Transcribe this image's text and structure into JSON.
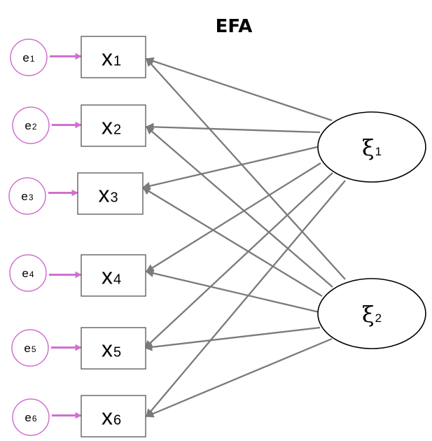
{
  "title": "EFA",
  "colors": {
    "loading_arrow": "#7a7a7a",
    "error_arrow": "#d070d0",
    "error_circle_stroke": "#d070d0",
    "box_stroke": "#555555",
    "factor_stroke": "#000000"
  },
  "observed": [
    {
      "id": "x1",
      "letter": "x",
      "sub": "1"
    },
    {
      "id": "x2",
      "letter": "x",
      "sub": "2"
    },
    {
      "id": "x3",
      "letter": "x",
      "sub": "3"
    },
    {
      "id": "x4",
      "letter": "x",
      "sub": "4"
    },
    {
      "id": "x5",
      "letter": "x",
      "sub": "5"
    },
    {
      "id": "x6",
      "letter": "x",
      "sub": "6"
    }
  ],
  "errors": [
    {
      "id": "e1",
      "letter": "e",
      "sub": "1",
      "target": "x1"
    },
    {
      "id": "e2",
      "letter": "e",
      "sub": "2",
      "target": "x2"
    },
    {
      "id": "e3",
      "letter": "e",
      "sub": "3",
      "target": "x3"
    },
    {
      "id": "e4",
      "letter": "e",
      "sub": "4",
      "target": "x4"
    },
    {
      "id": "e5",
      "letter": "e",
      "sub": "5",
      "target": "x5"
    },
    {
      "id": "e6",
      "letter": "e",
      "sub": "6",
      "target": "x6"
    }
  ],
  "factors": [
    {
      "id": "xi1",
      "letter": "ξ",
      "sub": "1"
    },
    {
      "id": "xi2",
      "letter": "ξ",
      "sub": "2"
    }
  ],
  "loadings": [
    {
      "from": "xi1",
      "to": "x1"
    },
    {
      "from": "xi1",
      "to": "x2"
    },
    {
      "from": "xi1",
      "to": "x3"
    },
    {
      "from": "xi1",
      "to": "x4"
    },
    {
      "from": "xi1",
      "to": "x5"
    },
    {
      "from": "xi1",
      "to": "x6"
    },
    {
      "from": "xi2",
      "to": "x1"
    },
    {
      "from": "xi2",
      "to": "x2"
    },
    {
      "from": "xi2",
      "to": "x3"
    },
    {
      "from": "xi2",
      "to": "x4"
    },
    {
      "from": "xi2",
      "to": "x5"
    },
    {
      "from": "xi2",
      "to": "x6"
    }
  ]
}
